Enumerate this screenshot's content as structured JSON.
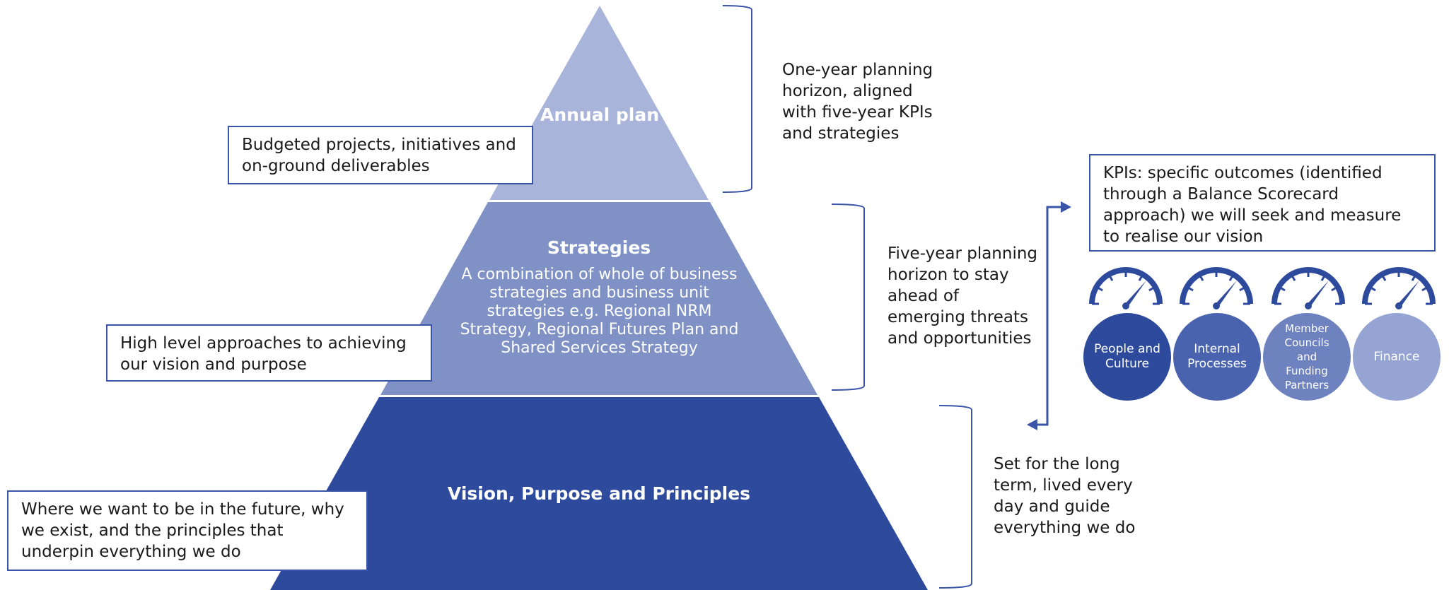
{
  "pyramid": {
    "top": {
      "title": "Annual plan",
      "color": "#a9b4da"
    },
    "middle": {
      "title": "Strategies",
      "description": "A combination of whole of business strategies and business unit strategies e.g. Regional NRM Strategy, Regional Futures Plan and Shared Services Strategy",
      "color": "#7f91c5"
    },
    "bottom": {
      "title": "Vision, Purpose and Principles",
      "color": "#2e4a9c"
    }
  },
  "callouts": {
    "annual": "Budgeted projects, initiatives and on-ground deliverables",
    "strategies": "High level approaches to achieving our vision and purpose",
    "vision": "Where we want to be in the future, why we exist, and the principles that underpin everything we do",
    "kpis": "KPIs: specific outcomes (identified through a Balance Scorecard approach) we will seek and measure to realise our vision"
  },
  "horizons": {
    "annual": "One-year planning horizon, aligned with five-year KPIs and strategies",
    "strategies": "Five-year planning horizon to stay ahead of emerging threats and opportunities",
    "vision": "Set for the long term, lived every day and guide everything we do"
  },
  "scorecard": [
    {
      "label": "People and Culture",
      "color": "#2e4a9c"
    },
    {
      "label": "Internal Processes",
      "color": "#4a63ae"
    },
    {
      "label": "Member Councils and Funding Partners",
      "color": "#6e82c0"
    },
    {
      "label": "Finance",
      "color": "#95a4d3"
    }
  ],
  "colors": {
    "accent": "#3a55a8"
  }
}
